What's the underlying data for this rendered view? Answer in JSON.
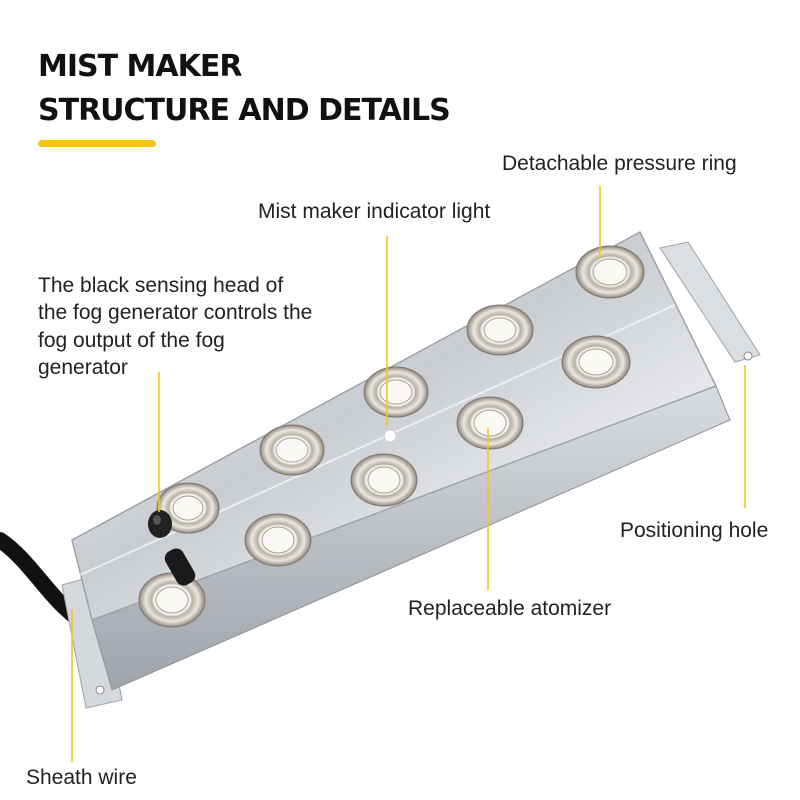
{
  "title": {
    "line1": "MIST MAKER",
    "line2": "STRUCTURE AND DETAILS"
  },
  "colors": {
    "accent": "#f5c518",
    "text": "#222222",
    "leader": "#f5c518"
  },
  "labels": {
    "pressure_ring": "Detachable pressure ring",
    "indicator_light": "Mist maker indicator light",
    "sensing_head": "The black sensing head of the fog generator controls the fog output of the fog generator",
    "positioning_hole": "Positioning hole",
    "atomizer": "Replaceable atomizer",
    "sheath_wire": "Sheath wire"
  }
}
